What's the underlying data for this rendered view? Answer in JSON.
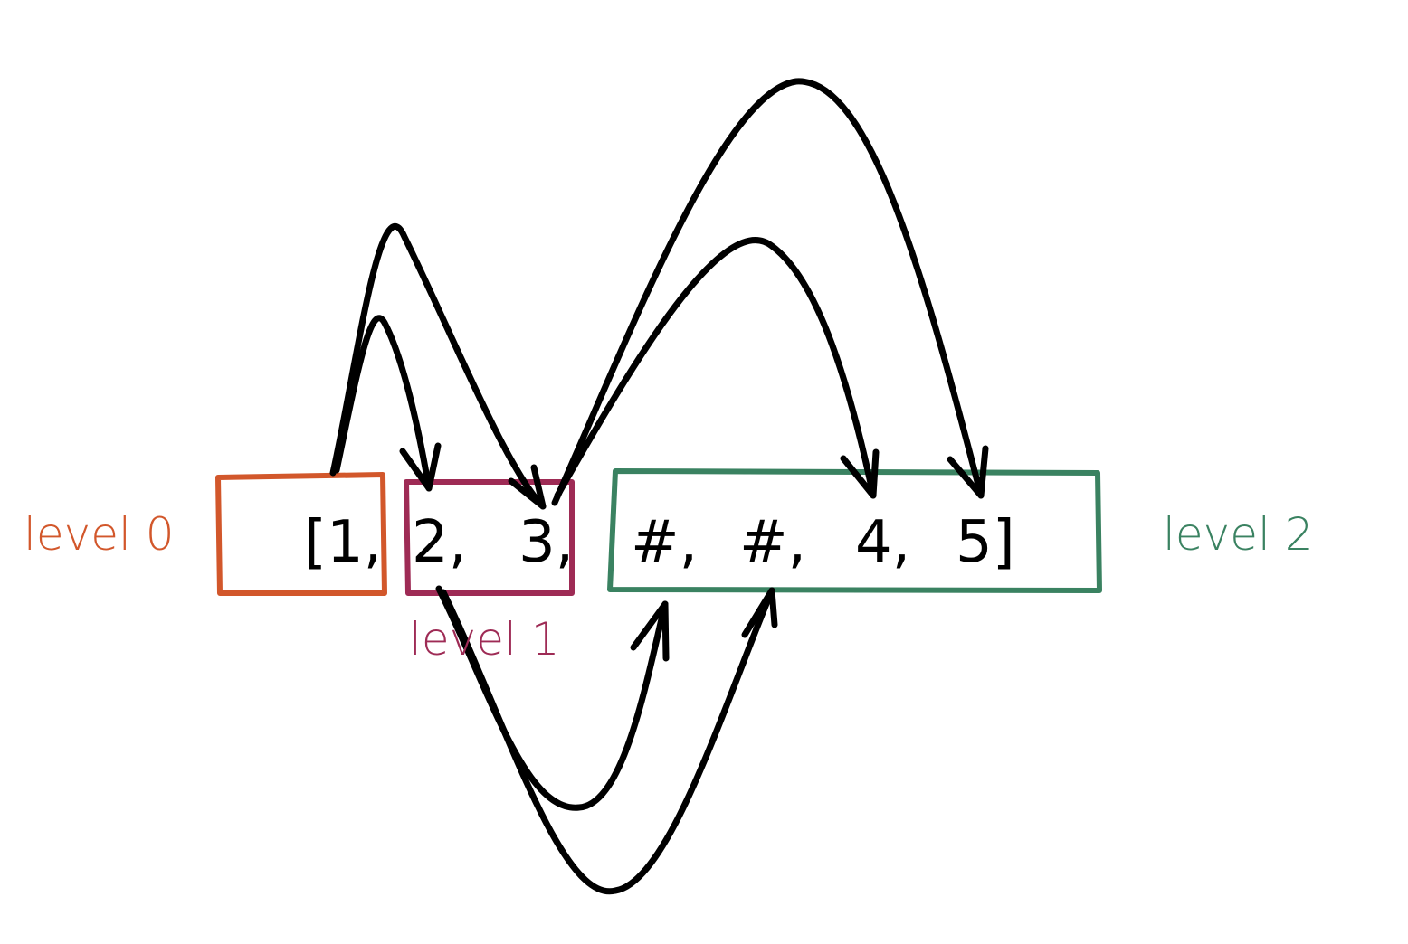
{
  "array": {
    "tokens": [
      "[1,",
      "2,",
      "3,",
      "#,",
      "#,",
      "4,",
      "5]"
    ]
  },
  "levels": [
    {
      "label": "level 0",
      "color": "#d2572b"
    },
    {
      "label": "level 1",
      "color": "#9e2b55"
    },
    {
      "label": "level 2",
      "color": "#3a8261"
    }
  ],
  "edges": [
    {
      "from": "1",
      "to": "2"
    },
    {
      "from": "1",
      "to": "3"
    },
    {
      "from": "2",
      "to": "#"
    },
    {
      "from": "2",
      "to": "#"
    },
    {
      "from": "3",
      "to": "4"
    },
    {
      "from": "3",
      "to": "5"
    }
  ]
}
